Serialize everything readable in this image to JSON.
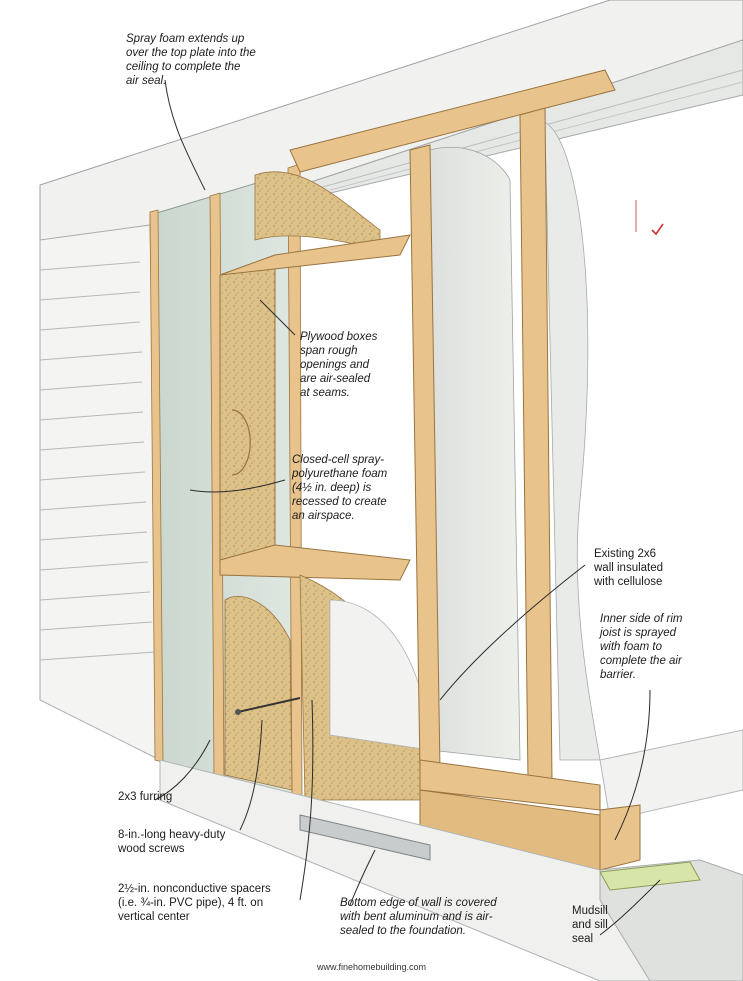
{
  "labels": {
    "spray_foam_top": "Spray foam extends up\nover the top plate into the\nceiling to complete the\nair seal.",
    "plywood_boxes": "Plywood boxes\nspan rough\nopenings and\nare air-sealed\nat seams.",
    "closed_cell": "Closed-cell spray-\npolyurethane foam\n(4½ in. deep) is\nrecessed to create\nan airspace.",
    "existing_wall": "Existing 2x6\nwall insulated\nwith cellulose",
    "rim_joist": "Inner side of rim\njoist is sprayed\nwith foam to\ncomplete the air\nbarrier.",
    "furring": "2x3 furring",
    "screws": "8-in.-long heavy-duty\nwood screws",
    "spacers": "2½-in. nonconductive spacers\n(i.e. ¾-in. PVC pipe), 4 ft. on\nvertical center",
    "bottom_edge": "Bottom edge of wall is covered\nwith bent aluminum and is air-\nsealed to the foundation.",
    "mudsill": "Mudsill\nand sill\nseal"
  },
  "credit": "www.finehomebuilding.com",
  "colors": {
    "lumber": "#e8c48c",
    "lumber_edge": "#9a7440",
    "osb": "#dcc189",
    "foam_panel": "#cfd9d2",
    "cellulose": "#e6e8e4",
    "siding": "#f4f4f2",
    "aluminum": "#c9cccd"
  }
}
